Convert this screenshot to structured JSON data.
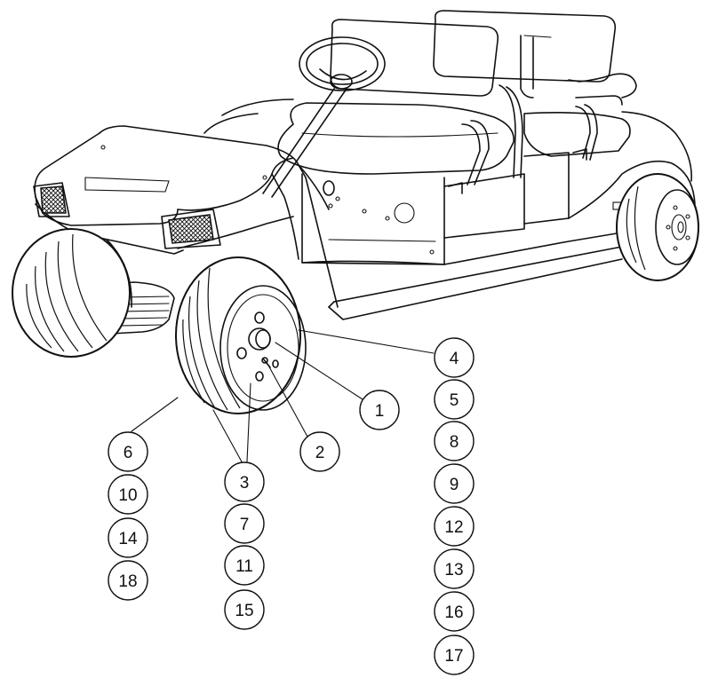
{
  "diagram": {
    "subject": "golf-cart-wheel-and-tire-parts",
    "callouts": [
      {
        "id": "c1",
        "label": "1"
      },
      {
        "id": "c2",
        "label": "2"
      },
      {
        "id": "c3",
        "label": "3"
      },
      {
        "id": "c4",
        "label": "4"
      },
      {
        "id": "c5",
        "label": "5"
      },
      {
        "id": "c6",
        "label": "6"
      },
      {
        "id": "c7",
        "label": "7"
      },
      {
        "id": "c8",
        "label": "8"
      },
      {
        "id": "c9",
        "label": "9"
      },
      {
        "id": "c10",
        "label": "10"
      },
      {
        "id": "c11",
        "label": "11"
      },
      {
        "id": "c12",
        "label": "12"
      },
      {
        "id": "c13",
        "label": "13"
      },
      {
        "id": "c14",
        "label": "14"
      },
      {
        "id": "c15",
        "label": "15"
      },
      {
        "id": "c16",
        "label": "16"
      },
      {
        "id": "c17",
        "label": "17"
      },
      {
        "id": "c18",
        "label": "18"
      }
    ]
  }
}
